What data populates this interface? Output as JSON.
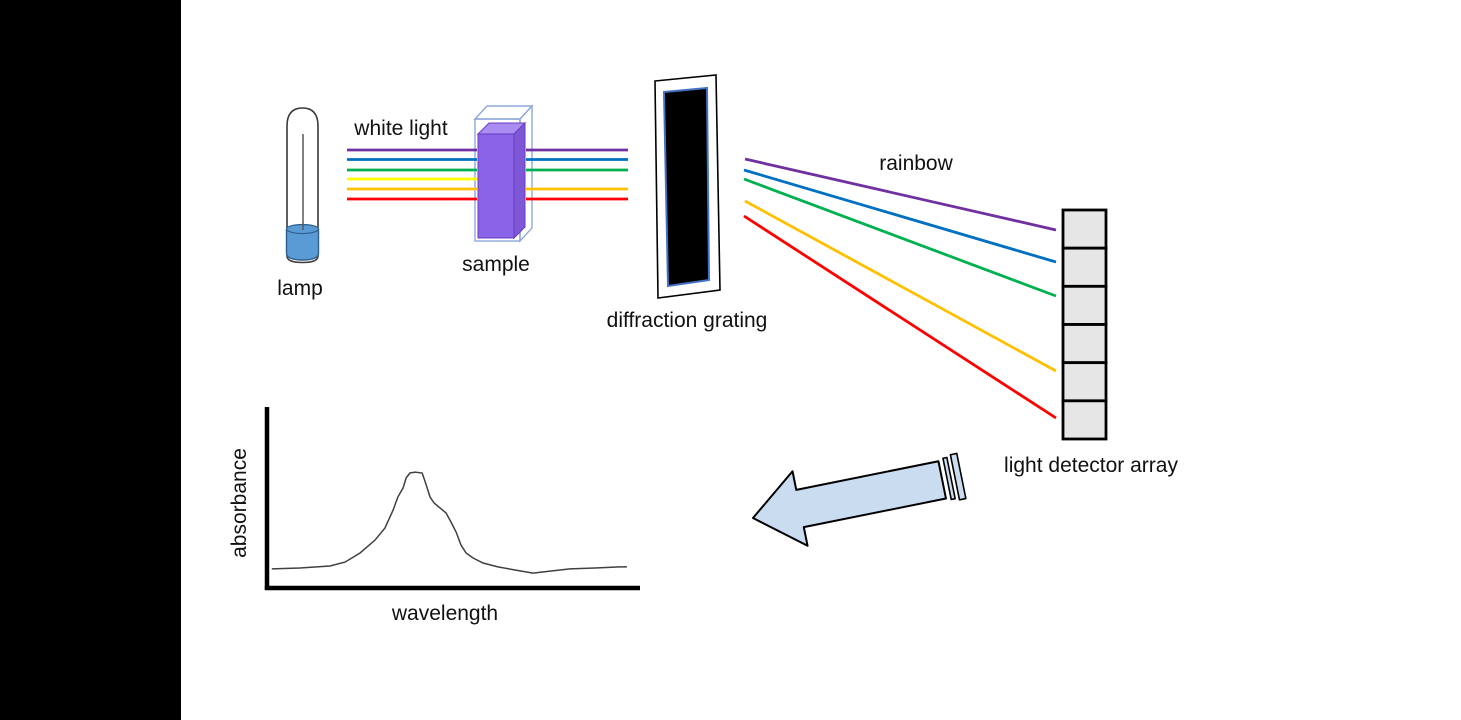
{
  "scene": {
    "background": "#ffffff",
    "letterbox_color": "#000000"
  },
  "labels": {
    "white_light": "white light",
    "lamp": "lamp",
    "sample": "sample",
    "diffraction_grating": "diffraction grating",
    "rainbow": "rainbow",
    "light_detector_array": "light detector array"
  },
  "spectrum": {
    "colors": [
      {
        "name": "violet",
        "hex": "#7030a0",
        "absorbed_by_sample": false
      },
      {
        "name": "blue",
        "hex": "#0070c0",
        "absorbed_by_sample": false
      },
      {
        "name": "green",
        "hex": "#00b050",
        "absorbed_by_sample": false
      },
      {
        "name": "yellow",
        "hex": "#ffff00",
        "absorbed_by_sample": true
      },
      {
        "name": "orange",
        "hex": "#ffc000",
        "absorbed_by_sample": false
      },
      {
        "name": "red",
        "hex": "#ff0000",
        "absorbed_by_sample": false
      }
    ]
  },
  "detector": {
    "cell_count": 6,
    "cell_fill": "#e7e6e6",
    "border": "#000000"
  },
  "shapes": {
    "lamp_liquid": "#5b9bd5",
    "sample_front": "#8a63e8",
    "sample_top": "#a98df2",
    "sample_side": "#7e57d6",
    "cuvette_stroke": "#8ea9db",
    "grating_fill": "#000000",
    "grating_inner_stroke": "#4472c4",
    "arrow_fill": "#c9dcf0"
  },
  "chart_data": {
    "type": "line",
    "title": "",
    "xlabel": "wavelength",
    "ylabel": "absorbance",
    "xlim": [
      0,
      1
    ],
    "ylim": [
      0,
      1
    ],
    "grid": false,
    "ticks": "none",
    "line_color": "#404040",
    "x": [
      0.013,
      0.088,
      0.169,
      0.209,
      0.249,
      0.29,
      0.316,
      0.338,
      0.351,
      0.365,
      0.373,
      0.383,
      0.397,
      0.416,
      0.426,
      0.437,
      0.448,
      0.464,
      0.48,
      0.493,
      0.507,
      0.52,
      0.534,
      0.552,
      0.579,
      0.619,
      0.665,
      0.713,
      0.759,
      0.812,
      0.879,
      0.946,
      0.965
    ],
    "y": [
      0.106,
      0.111,
      0.122,
      0.144,
      0.194,
      0.267,
      0.333,
      0.433,
      0.506,
      0.556,
      0.611,
      0.639,
      0.644,
      0.639,
      0.578,
      0.506,
      0.472,
      0.444,
      0.417,
      0.367,
      0.311,
      0.239,
      0.194,
      0.167,
      0.139,
      0.117,
      0.1,
      0.083,
      0.094,
      0.106,
      0.111,
      0.117,
      0.117
    ]
  }
}
